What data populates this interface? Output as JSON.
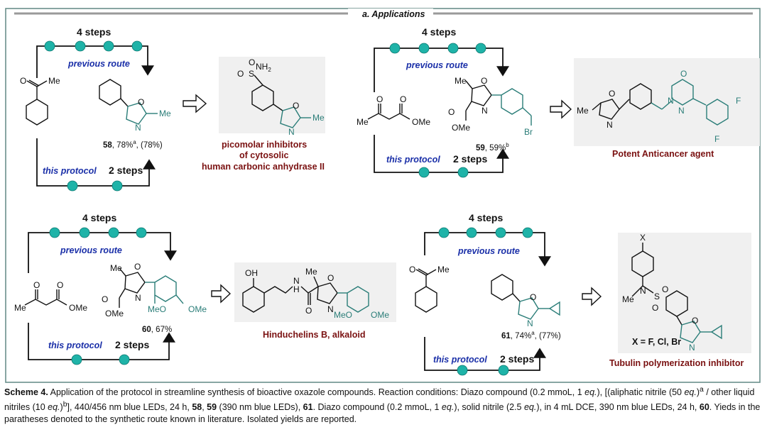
{
  "panel_title": "a. Applications",
  "labels": {
    "four_steps": "4 steps",
    "two_steps": "2 steps",
    "previous_route": "previous route",
    "this_protocol": "this protocol"
  },
  "compounds": {
    "c58_num": "58",
    "c58_yield": ", 78%",
    "c58_sup": "a",
    "c58_lit": ", (78%)",
    "c59_num": "59",
    "c59_yield": ", 59%",
    "c59_sup": "b",
    "c60_num": "60",
    "c60_yield": ", 67%",
    "c61_num": "61",
    "c61_yield": ", 74%",
    "c61_sup": "a",
    "c61_lit": ", (77%)"
  },
  "targets": {
    "t1_line1": "picomolar inhibitors",
    "t1_line2": "of cytosolic",
    "t1_line3": "human carbonic anhydrase II",
    "t2": "Potent Anticancer agent",
    "t3": "Hinduchelins B, alkaloid",
    "t4": "Tubulin polymerization inhibitor",
    "t4_sub": "X = F, Cl, Br"
  },
  "atoms": {
    "me": "Me",
    "o": "O",
    "n": "N",
    "nh2": "NH",
    "nh2_sub": "2",
    "s": "S",
    "ome": "OMe",
    "meo": "MeO",
    "br": "Br",
    "f": "F",
    "oh": "OH",
    "h": "H",
    "x": "X"
  },
  "caption": {
    "scheme": "Scheme 4.",
    "text1": " Application of the protocol in streamline synthesis of bioactive oxazole compounds. Reaction conditions: Diazo compound (0.2 mmoL, 1 ",
    "eq": "eq.",
    "text2": "), [(aliphatic nitrile (50 ",
    "text3": ")",
    "sup_a": "a",
    "text4": " / other liquid nitriles (10 ",
    "text5": ")",
    "sup_b": "b",
    "text6": "], 440/456 nm blue LEDs, 24 h, ",
    "b58": "58",
    "comma": ", ",
    "b59": "59",
    "text7": " (390 nm blue LEDs), ",
    "b61": "61",
    "text8": ". Diazo compound (0.2 mmoL, 1 ",
    "text9": "), solid nitrile (2.5 ",
    "text10": "), in 4 mL DCE, 390 nm blue LEDs, 24 h, ",
    "b60": "60",
    "text11": ". Yieds in the paratheses denoted to the synthetic route known in literature. Isolated yields are reported."
  },
  "colors": {
    "teal": "#1fb3a8",
    "teal_dark": "#2a7d78",
    "route_blue": "#1a2fa8",
    "target_red": "#7a1111",
    "frame": "#6a8f8c",
    "box_bg": "#f0f0f0"
  }
}
